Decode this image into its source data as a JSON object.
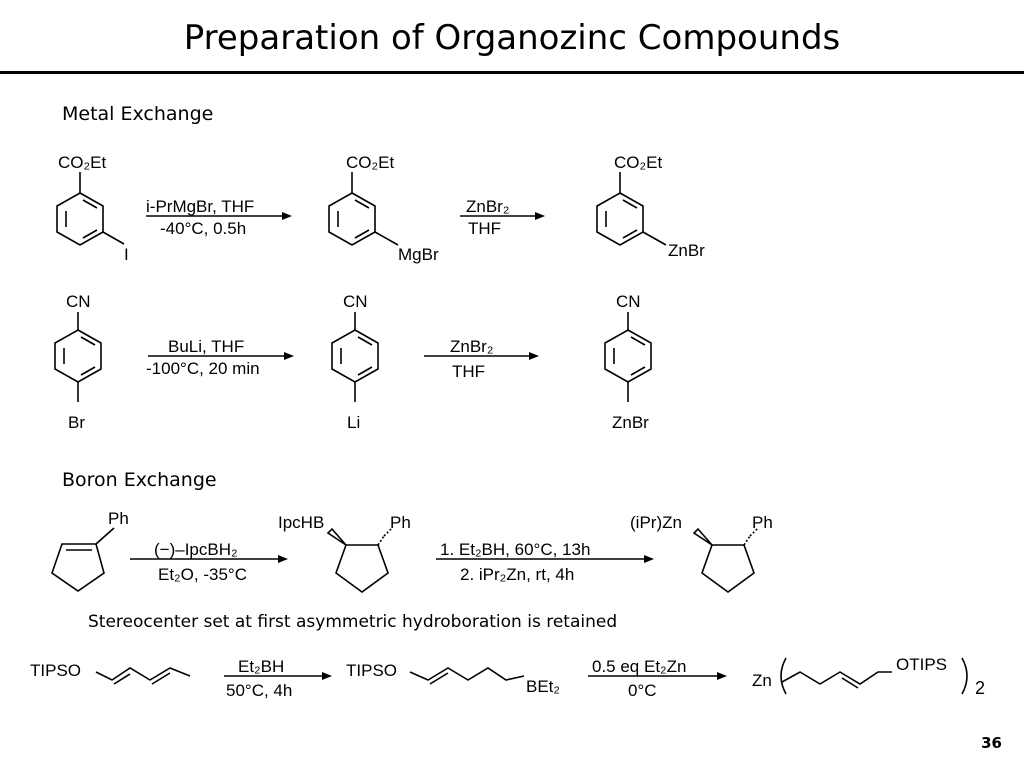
{
  "slide": {
    "title": "Preparation of Organozinc Compounds",
    "page_number": "36"
  },
  "sections": {
    "metal_exchange": "Metal Exchange",
    "boron_exchange": "Boron Exchange"
  },
  "note": "Stereocenter set at first asymmetric hydroboration is retained",
  "reactions": {
    "r1": {
      "sm_top": "CO₂Et",
      "sm_sub": "I",
      "step1_top": "i-PrMgBr, THF",
      "step1_bottom": "-40°C, 0.5h",
      "int_top": "CO₂Et",
      "int_sub": "MgBr",
      "step2_top": "ZnBr₂",
      "step2_bottom": "THF",
      "prod_top": "CO₂Et",
      "prod_sub": "ZnBr"
    },
    "r2": {
      "sm_top": "CN",
      "sm_sub": "Br",
      "step1_top": "BuLi, THF",
      "step1_bottom": "-100°C, 20 min",
      "int_top": "CN",
      "int_sub": "Li",
      "step2_top": "ZnBr₂",
      "step2_bottom": "THF",
      "prod_top": "CN",
      "prod_sub": "ZnBr"
    },
    "r3": {
      "sm_sub": "Ph",
      "step1_top": "(−)–IpcBH₂",
      "step1_bottom": "Et₂O, -35°C",
      "int_left": "IpcHB",
      "int_right": "Ph",
      "step2_top": "1. Et₂BH, 60°C, 13h",
      "step2_bottom": "2. iPr₂Zn, rt, 4h",
      "prod_left": "(iPr)Zn",
      "prod_right": "Ph"
    },
    "r4": {
      "sm_left": "TIPSO",
      "step1_top": "Et₂BH",
      "step1_bottom": "50°C, 4h",
      "int_left": "TIPSO",
      "int_right": "BEt₂",
      "step2_top": "0.5 eq Et₂Zn",
      "step2_bottom": "0°C",
      "prod_left": "Zn",
      "prod_right": "OTIPS",
      "prod_subscript": "2"
    }
  }
}
